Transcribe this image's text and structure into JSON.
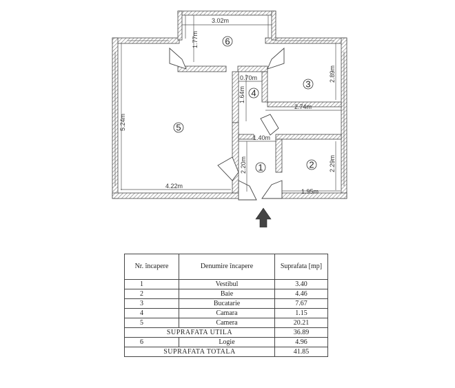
{
  "plan": {
    "dimensions": {
      "logia_width": "3.02m",
      "logia_depth": "1.77m",
      "room5_height": "5.24m",
      "room5_width": "4.22m",
      "corridor_width": "0.70m",
      "corridor_height": "1.64m",
      "kitchen_width": "2.74m",
      "kitchen_height": "2.89m",
      "hall_width": "1.40m",
      "hall_height": "2.20m",
      "bath_width": "1.95m",
      "bath_height": "2.29m"
    },
    "room_labels": [
      "1",
      "2",
      "3",
      "4",
      "5",
      "6"
    ]
  },
  "table": {
    "headers": {
      "nr": "Nr. încapere",
      "name": "Denumire încapere",
      "area": "Suprafata [mp]"
    },
    "rows": [
      {
        "nr": "1",
        "name": "Vestibul",
        "area": "3.40"
      },
      {
        "nr": "2",
        "name": "Baie",
        "area": "4.46"
      },
      {
        "nr": "3",
        "name": "Bucatarie",
        "area": "7.67"
      },
      {
        "nr": "4",
        "name": "Camara",
        "area": "1.15"
      },
      {
        "nr": "5",
        "name": "Camera",
        "area": "20.21"
      }
    ],
    "useful_label": "SUPRAFATA UTILA",
    "useful_value": "36.89",
    "logia_row": {
      "nr": "6",
      "name": "Logie",
      "area": "4.96"
    },
    "total_label": "SUPRAFATA TOTALA",
    "total_value": "41.85"
  }
}
